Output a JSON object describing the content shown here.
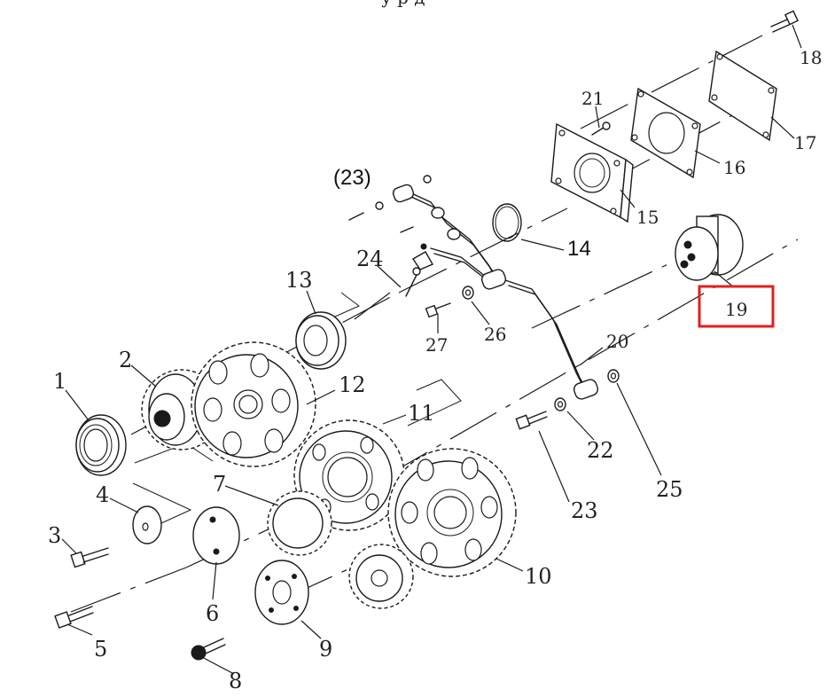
{
  "diagram": {
    "top_fragment": "у         р д",
    "highlight_color": "#e02020",
    "labels": {
      "p1": "1",
      "p2": "2",
      "p3": "3",
      "p4": "4",
      "p5": "5",
      "p6": "6",
      "p7": "7",
      "p8": "8",
      "p9": "9",
      "p10": "10",
      "p11": "11",
      "p12": "12",
      "p13": "13",
      "p14": "14",
      "p15": "15",
      "p16": "16",
      "p17": "17",
      "p18": "18",
      "p19": "19",
      "p20": "20",
      "p21": "21",
      "p22": "22",
      "p23": "23",
      "p23b": "(23)",
      "p24": "24",
      "p25": "25",
      "p26": "26",
      "p27": "27"
    }
  }
}
